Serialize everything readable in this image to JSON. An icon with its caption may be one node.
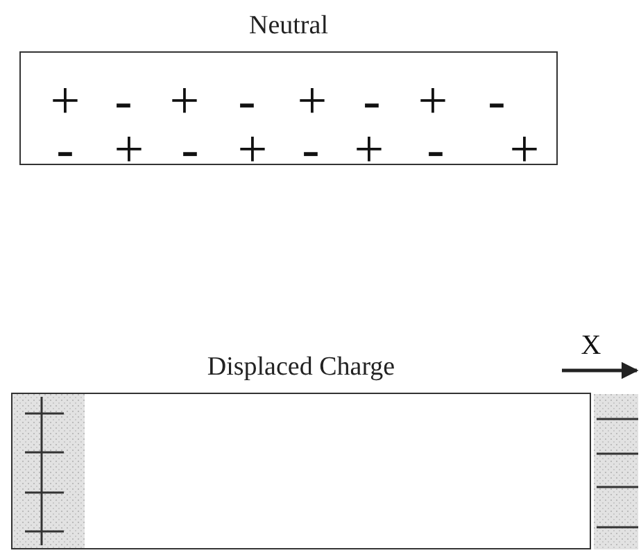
{
  "diagram": {
    "nodes": [
      {
        "text": [
          "Neutral"
        ]
      },
      {
        "text": [
          "Displaced Charge"
        ]
      }
    ],
    "labels": [
      "+",
      "-",
      "+",
      "-",
      "+",
      "-",
      "+",
      "-",
      "-",
      "+",
      "-",
      "+",
      "-",
      "+",
      "-",
      "+",
      "X"
    ]
  }
}
